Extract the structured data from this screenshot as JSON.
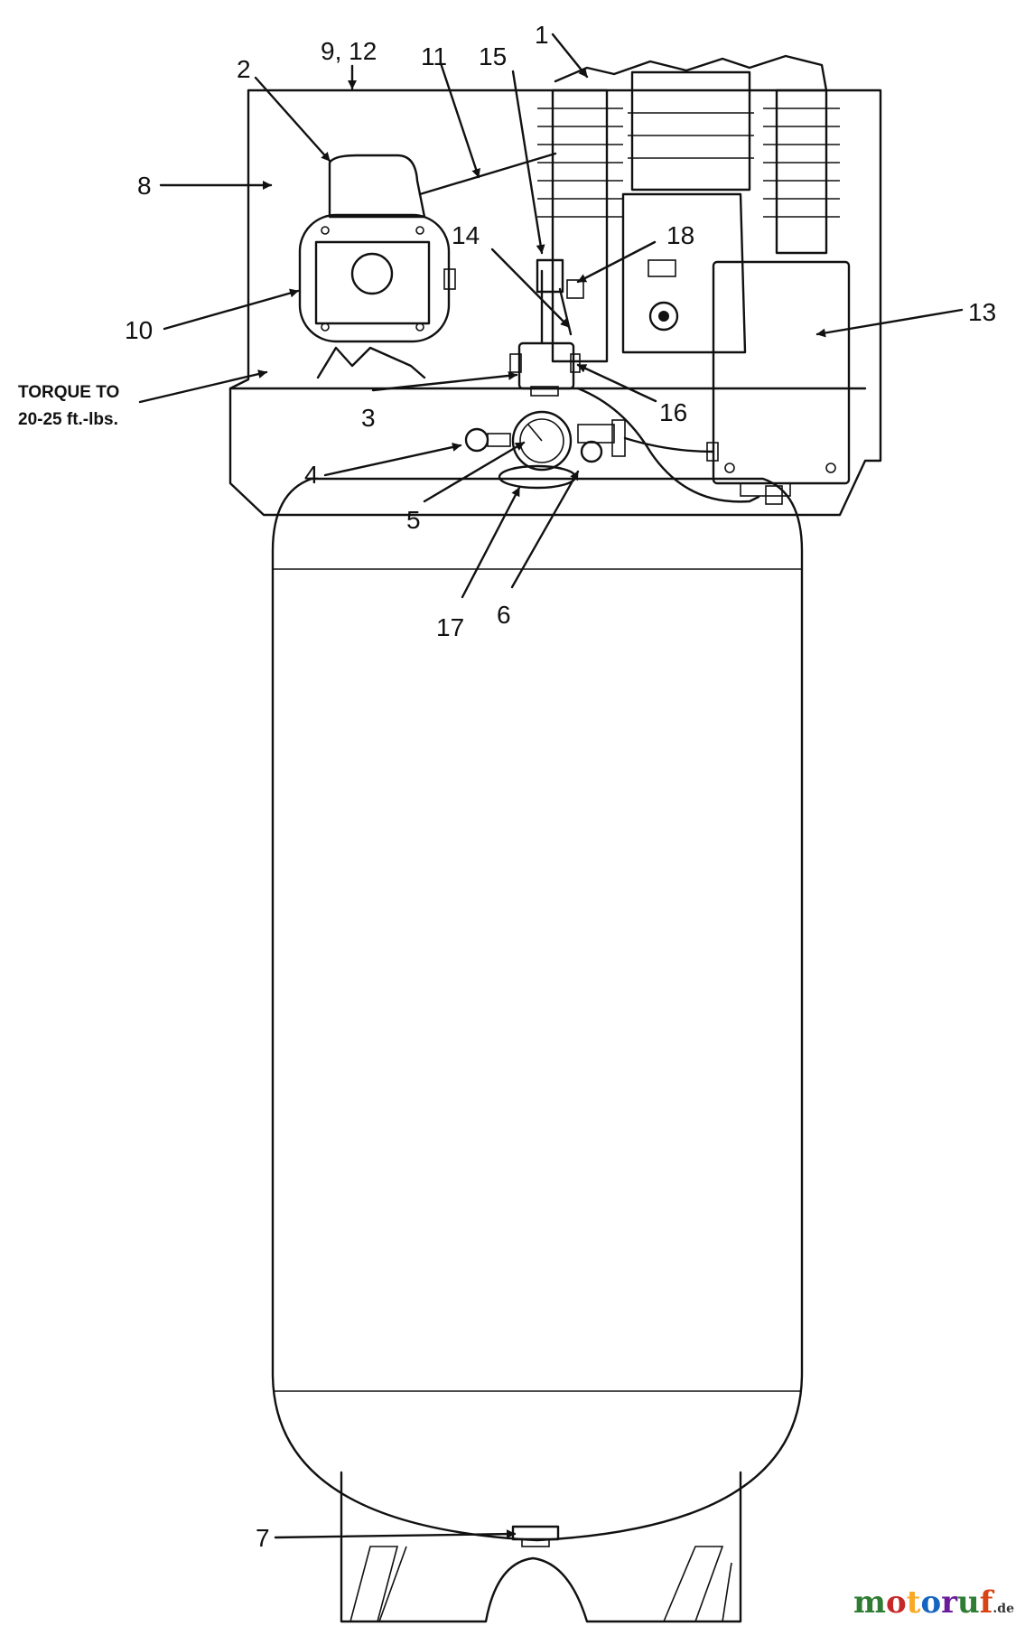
{
  "callouts": {
    "c1": "1",
    "c2": "2",
    "c3": "3",
    "c4": "4",
    "c5": "5",
    "c6": "6",
    "c7": "7",
    "c8": "8",
    "c9_12": "9, 12",
    "c10": "10",
    "c11": "11",
    "c13": "13",
    "c14": "14",
    "c15": "15",
    "c16": "16",
    "c17": "17",
    "c18": "18"
  },
  "torque_note": {
    "line1": "TORQUE TO",
    "line2": "20-25 ft.-lbs."
  },
  "watermark": {
    "m": "m",
    "o1": "o",
    "t": "t",
    "o2": "o",
    "r": "r",
    "u": "u",
    "f": "f",
    "suffix": ".de",
    "colors": [
      "#2e7d32",
      "#c62828",
      "#f9a825",
      "#1565c0",
      "#6a1b9a",
      "#2e7d32",
      "#d84315"
    ]
  }
}
